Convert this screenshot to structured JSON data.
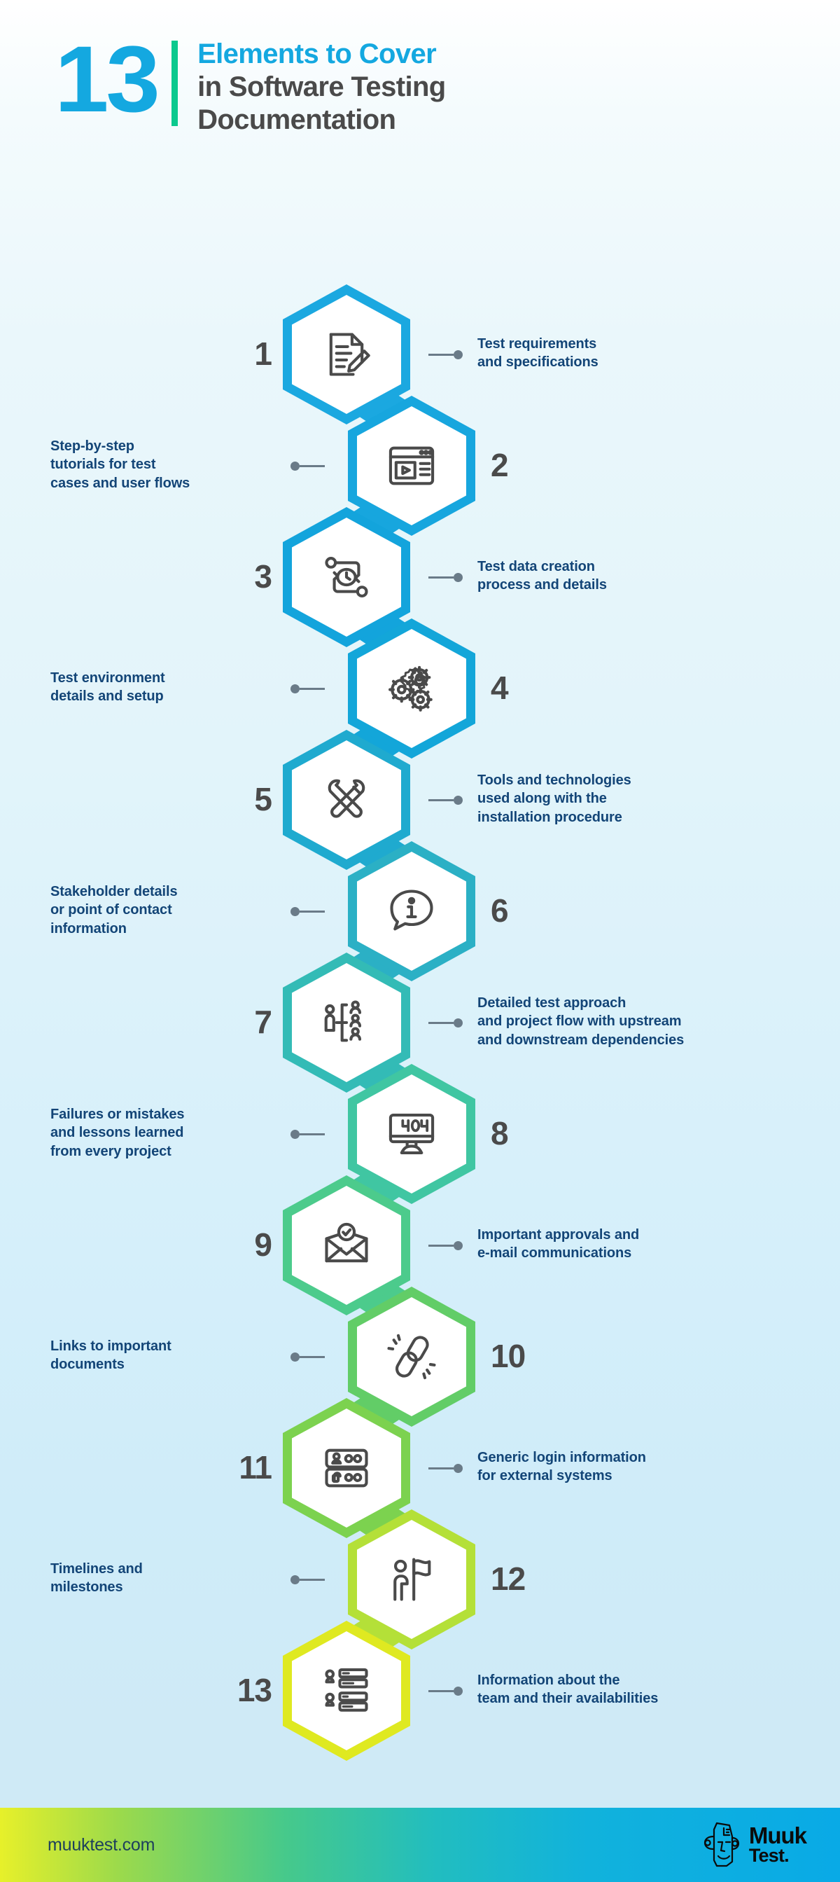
{
  "header": {
    "big_number": "13",
    "title_line_1": "Elements to Cover",
    "title_line_2": "in Software Testing",
    "title_line_3": "Documentation",
    "accent_blue": "#14A8E0",
    "accent_green": "#0CC98E",
    "title_dark": "#4a4a4a"
  },
  "items": [
    {
      "number": "1",
      "caption": "Test requirements\nand specifications",
      "side": "right",
      "icon": "document-with-pen-icon",
      "color": "#1BA8E0"
    },
    {
      "number": "2",
      "caption": "Step-by-step\ntutorials for test\ncases and user flows",
      "side": "left",
      "icon": "video-tutorial-window-icon",
      "color": "#17A6DE"
    },
    {
      "number": "3",
      "caption": "Test data creation\nprocess and details",
      "side": "right",
      "icon": "process-cycle-clock-icon",
      "color": "#13A4DC"
    },
    {
      "number": "4",
      "caption": "Test environment\ndetails and setup",
      "side": "left",
      "icon": "gears-icon",
      "color": "#13A6D9"
    },
    {
      "number": "5",
      "caption": "Tools and technologies\nused along with the\ninstallation procedure",
      "side": "right",
      "icon": "wrench-and-pencil-icon",
      "color": "#1FAACF"
    },
    {
      "number": "6",
      "caption": "Stakeholder details\nor point of contact\ninformation",
      "side": "left",
      "icon": "info-speech-bubble-icon",
      "color": "#2BB0C5"
    },
    {
      "number": "7",
      "caption": "Detailed test approach\nand project flow with upstream\nand downstream dependencies",
      "side": "right",
      "icon": "org-chart-people-icon",
      "color": "#33BBB6"
    },
    {
      "number": "8",
      "caption": "Failures or mistakes\nand lessons learned\nfrom every project",
      "side": "left",
      "icon": "monitor-404-error-icon",
      "color": "#40C6A2"
    },
    {
      "number": "9",
      "caption": "Important approvals and\ne-mail communications",
      "side": "right",
      "icon": "envelope-check-icon",
      "color": "#4CCB8C"
    },
    {
      "number": "10",
      "caption": "Links to important\ndocuments",
      "side": "left",
      "icon": "chain-link-icon",
      "color": "#62CD67"
    },
    {
      "number": "11",
      "caption": "Generic login information\nfor external systems",
      "side": "right",
      "icon": "login-credentials-icon",
      "color": "#7CD24F"
    },
    {
      "number": "12",
      "caption": "Timelines and\nmilestones",
      "side": "left",
      "icon": "person-with-flag-icon",
      "color": "#B4E038"
    },
    {
      "number": "13",
      "caption": "Information about the\nteam and their availabilities",
      "side": "right",
      "icon": "team-list-icon",
      "color": "#DFE921"
    }
  ],
  "footer": {
    "url": "muuktest.com",
    "brand_line_1": "Muuk",
    "brand_line_2": "Test.",
    "gradient_start": "#E7F02A",
    "gradient_end": "#09AAE6"
  }
}
